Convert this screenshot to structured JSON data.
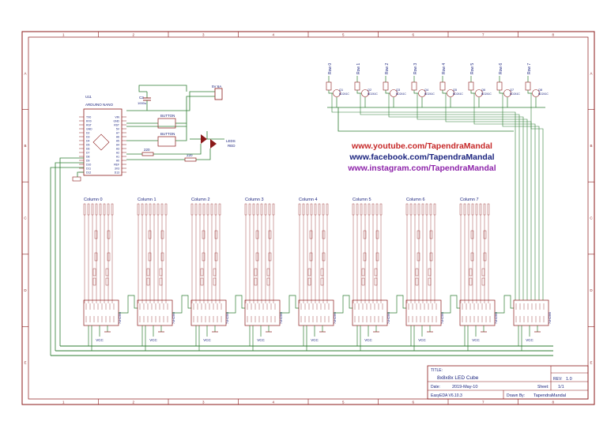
{
  "frame": {
    "col_labels": [
      "1",
      "2",
      "3",
      "4",
      "5",
      "6",
      "7",
      "8"
    ],
    "row_labels": [
      "A",
      "B",
      "C",
      "D",
      "E"
    ]
  },
  "links": {
    "youtube": "www.youtube.com/TapendraMandal",
    "facebook": "www.facebook.com/TapendraMandal",
    "instagram": "www.instagram.com/TapendraMandal"
  },
  "rows": [
    {
      "label": "Row 0",
      "q": "Q1",
      "part": "BD241C"
    },
    {
      "label": "Row 1",
      "q": "Q2",
      "part": "BD241C"
    },
    {
      "label": "Row 2",
      "q": "Q3",
      "part": "BD241C"
    },
    {
      "label": "Row 3",
      "q": "Q4",
      "part": "BD241C"
    },
    {
      "label": "Row 4",
      "q": "Q5",
      "part": "BD241C"
    },
    {
      "label": "Row 5",
      "q": "Q6",
      "part": "BD241C"
    },
    {
      "label": "Row 6",
      "q": "Q7",
      "part": "BD241C"
    },
    {
      "label": "Row 7",
      "q": "Q8",
      "part": "BD241C"
    }
  ],
  "columns": [
    {
      "label": "Column 0",
      "chip": "74HC595",
      "vcc": "VCC"
    },
    {
      "label": "Column 1",
      "chip": "74HC595",
      "vcc": "VCC"
    },
    {
      "label": "Column 2",
      "chip": "74HC595",
      "vcc": "VCC"
    },
    {
      "label": "Column 3",
      "chip": "74HC595",
      "vcc": "VCC"
    },
    {
      "label": "Column 4",
      "chip": "74HC595",
      "vcc": "VCC"
    },
    {
      "label": "Column 5",
      "chip": "74HC595",
      "vcc": "VCC"
    },
    {
      "label": "Column 6",
      "chip": "74HC595",
      "vcc": "VCC"
    },
    {
      "label": "Column 7",
      "chip": "74HC595",
      "vcc": "VCC"
    }
  ],
  "last_chip": {
    "chip": "74HC595",
    "vcc": "VCC"
  },
  "arduino": {
    "ref": "U11",
    "name": "ARDUINO NANO",
    "pins_left": [
      "TX0",
      "RX0",
      "RST",
      "GND",
      "D2",
      "D3",
      "D4",
      "D5",
      "D6",
      "D7",
      "D8",
      "D9",
      "D10",
      "D11",
      "D12"
    ],
    "pins_right": [
      "VIN",
      "GND",
      "RST",
      "5V",
      "A7",
      "A6",
      "A5",
      "A4",
      "A3",
      "A2",
      "A1",
      "A0",
      "REF",
      "3V3",
      "D13"
    ]
  },
  "misc": {
    "cap_ref": "C2",
    "cap_val": "1000u",
    "power_label": "5V 6A",
    "button1": "BUTTON",
    "button2": "BUTTON",
    "leds_label": "LEDS",
    "leds_color": "RED",
    "r1": "220",
    "r2": "220"
  },
  "title_block": {
    "title_label": "TITLE:",
    "title": "8x8x8x LED Cube",
    "rev_label": "REV:",
    "rev": "1.0",
    "date_label": "Date:",
    "date": "2019-May-10",
    "sheet_label": "Sheet:",
    "sheet": "1/1",
    "tool": "EasyEDA V6.10.3",
    "drawn_label": "Drawn By:",
    "drawn_by": "TapendraMandal"
  },
  "colors": {
    "border": "#8b1a1a",
    "wire": "#2e7d32",
    "component": "#8b1a1a",
    "label": "#1a237e",
    "youtube": "#c62828",
    "facebook": "#1a237e",
    "instagram": "#8e24aa"
  }
}
